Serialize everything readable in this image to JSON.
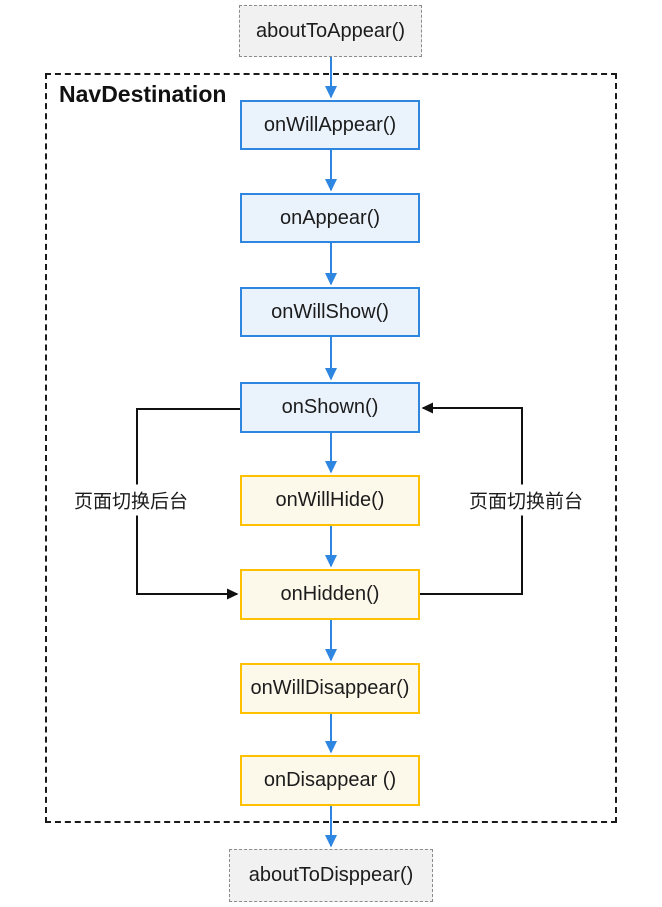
{
  "diagram": {
    "container_title": "NavDestination",
    "nodes": [
      {
        "id": "aboutToAppear",
        "label": "aboutToAppear()",
        "kind": "external"
      },
      {
        "id": "onWillAppear",
        "label": "onWillAppear()",
        "kind": "appear"
      },
      {
        "id": "onAppear",
        "label": "onAppear()",
        "kind": "appear"
      },
      {
        "id": "onWillShow",
        "label": "onWillShow()",
        "kind": "appear"
      },
      {
        "id": "onShown",
        "label": "onShown()",
        "kind": "appear"
      },
      {
        "id": "onWillHide",
        "label": "onWillHide()",
        "kind": "disappear"
      },
      {
        "id": "onHidden",
        "label": "onHidden()",
        "kind": "disappear"
      },
      {
        "id": "onWillDisappear",
        "label": "onWillDisappear()",
        "kind": "disappear"
      },
      {
        "id": "onDisappear",
        "label": "onDisappear ()",
        "kind": "disappear"
      },
      {
        "id": "aboutToDisppear",
        "label": "aboutToDisppear()",
        "kind": "external"
      }
    ],
    "edge_labels": {
      "left": "页面切换后台",
      "right": "页面切换前台"
    },
    "colors": {
      "flow_arrow_blue": "#2E86E0",
      "appear_box_border": "#2E86E0",
      "appear_box_fill": "#EAF3FC",
      "disappear_box_border": "#FFC000",
      "disappear_box_fill": "#FDF9EA",
      "external_box_border": "#8C8C8C",
      "external_box_fill": "#F1F1F1",
      "loop_arrow_black": "#111111"
    }
  }
}
